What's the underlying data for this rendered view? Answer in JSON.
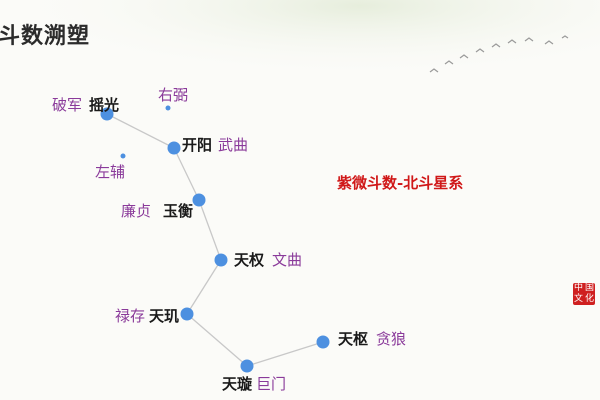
{
  "page": {
    "title": "斗数溯塑",
    "subtitle": "紫微斗数-北斗星系",
    "seal_text": [
      "中",
      "国",
      "文",
      "化"
    ]
  },
  "colors": {
    "title": "#2b2b2b",
    "subtitle": "#d01818",
    "node": "#4d90e0",
    "edge": "#c8c8c8",
    "purple_label": "#8a3a9a",
    "seal": "#cf2020"
  },
  "stars": [
    {
      "id": "yaoguang",
      "name": "摇光",
      "alias": "破军"
    },
    {
      "id": "kaiyang",
      "name": "开阳",
      "alias": "武曲"
    },
    {
      "id": "yuheng",
      "name": "玉衡",
      "alias": "廉贞"
    },
    {
      "id": "tianquan",
      "name": "天权",
      "alias": "文曲"
    },
    {
      "id": "tianji",
      "name": "天玑",
      "alias": "禄存"
    },
    {
      "id": "tianxuan",
      "name": "天璇",
      "alias": "巨门"
    },
    {
      "id": "tianshu",
      "name": "天枢",
      "alias": "贪狼"
    }
  ],
  "aux_stars": [
    {
      "id": "youbi",
      "name": "右弼"
    },
    {
      "id": "zuofu",
      "name": "左辅"
    }
  ],
  "edges": [
    [
      "yaoguang",
      "kaiyang"
    ],
    [
      "kaiyang",
      "yuheng"
    ],
    [
      "yuheng",
      "tianquan"
    ],
    [
      "tianquan",
      "tianji"
    ],
    [
      "tianji",
      "tianxuan"
    ],
    [
      "tianxuan",
      "tianshu"
    ]
  ]
}
